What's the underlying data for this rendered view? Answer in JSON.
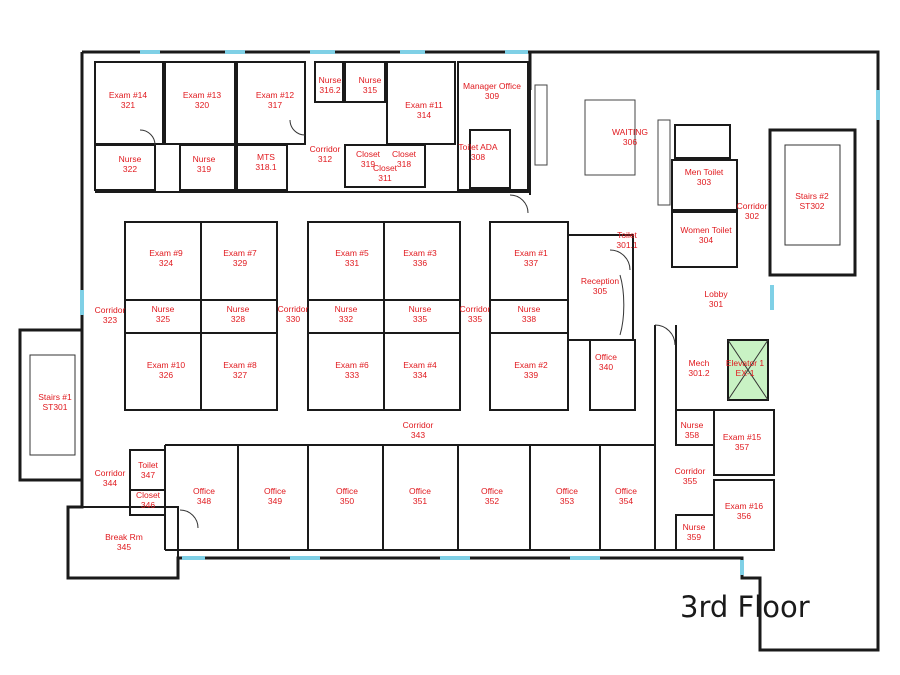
{
  "floor_title": "3rd Floor",
  "rooms": [
    {
      "name": "Exam #14",
      "num": "321"
    },
    {
      "name": "Exam #13",
      "num": "320"
    },
    {
      "name": "Exam #12",
      "num": "317"
    },
    {
      "name": "Nurse",
      "num": "316.2"
    },
    {
      "name": "Nurse",
      "num": "315"
    },
    {
      "name": "Exam #11",
      "num": "314"
    },
    {
      "name": "Manager Office",
      "num": "309"
    },
    {
      "name": "Nurse",
      "num": "322"
    },
    {
      "name": "Nurse",
      "num": "319"
    },
    {
      "name": "MTS",
      "num": "318.1"
    },
    {
      "name": "Corridor",
      "num": "312"
    },
    {
      "name": "Closet",
      "num": "319"
    },
    {
      "name": "Closet",
      "num": "318"
    },
    {
      "name": "Closet",
      "num": "311"
    },
    {
      "name": "Toilet ADA",
      "num": "308"
    },
    {
      "name": "WAITING",
      "num": "306"
    },
    {
      "name": "Men Toilet",
      "num": "303"
    },
    {
      "name": "Women Toilet",
      "num": "304"
    },
    {
      "name": "Corridor",
      "num": "302"
    },
    {
      "name": "Stairs #2",
      "num": "ST302"
    },
    {
      "name": "Exam #9",
      "num": "324"
    },
    {
      "name": "Exam #7",
      "num": "329"
    },
    {
      "name": "Exam #5",
      "num": "331"
    },
    {
      "name": "Exam #3",
      "num": "336"
    },
    {
      "name": "Exam #1",
      "num": "337"
    },
    {
      "name": "Toilet",
      "num": "301.1"
    },
    {
      "name": "Reception",
      "num": "305"
    },
    {
      "name": "Lobby",
      "num": "301"
    },
    {
      "name": "Corridor",
      "num": "323"
    },
    {
      "name": "Nurse",
      "num": "325"
    },
    {
      "name": "Nurse",
      "num": "328"
    },
    {
      "name": "Corridor",
      "num": "330"
    },
    {
      "name": "Nurse",
      "num": "332"
    },
    {
      "name": "Nurse",
      "num": "335"
    },
    {
      "name": "Corridor",
      "num": "335"
    },
    {
      "name": "Nurse",
      "num": "338"
    },
    {
      "name": "Exam #10",
      "num": "326"
    },
    {
      "name": "Exam #8",
      "num": "327"
    },
    {
      "name": "Exam #6",
      "num": "333"
    },
    {
      "name": "Exam #4",
      "num": "334"
    },
    {
      "name": "Exam #2",
      "num": "339"
    },
    {
      "name": "Office",
      "num": "340"
    },
    {
      "name": "Mech",
      "num": "301.2"
    },
    {
      "name": "Elevator 1",
      "num": "EX-1"
    },
    {
      "name": "Stairs #1",
      "num": "ST301"
    },
    {
      "name": "Corridor",
      "num": "343"
    },
    {
      "name": "Nurse",
      "num": "358"
    },
    {
      "name": "Exam #15",
      "num": "357"
    },
    {
      "name": "Corridor",
      "num": "344"
    },
    {
      "name": "Toilet",
      "num": "347"
    },
    {
      "name": "Closet",
      "num": "346"
    },
    {
      "name": "Office",
      "num": "348"
    },
    {
      "name": "Office",
      "num": "349"
    },
    {
      "name": "Office",
      "num": "350"
    },
    {
      "name": "Office",
      "num": "351"
    },
    {
      "name": "Office",
      "num": "352"
    },
    {
      "name": "Office",
      "num": "353"
    },
    {
      "name": "Office",
      "num": "354"
    },
    {
      "name": "Corridor",
      "num": "355"
    },
    {
      "name": "Exam #16",
      "num": "356"
    },
    {
      "name": "Break Rm",
      "num": "345"
    },
    {
      "name": "Nurse",
      "num": "359"
    }
  ]
}
